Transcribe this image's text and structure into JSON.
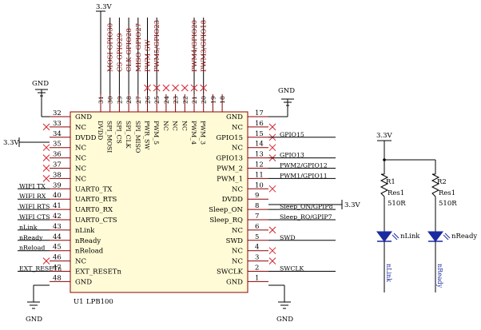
{
  "chip": {
    "designator": "U1",
    "part": "LPB100",
    "left_pins": [
      {
        "num": "32",
        "name": "GND",
        "net": "",
        "nc": false
      },
      {
        "num": "33",
        "name": "NC",
        "net": "",
        "nc": true
      },
      {
        "num": "34",
        "name": "DVDD",
        "net": "3.3V",
        "nc": false
      },
      {
        "num": "35",
        "name": "NC",
        "net": "",
        "nc": true
      },
      {
        "num": "36",
        "name": "NC",
        "net": "",
        "nc": true
      },
      {
        "num": "37",
        "name": "NC",
        "net": "",
        "nc": true
      },
      {
        "num": "38",
        "name": "NC",
        "net": "",
        "nc": true
      },
      {
        "num": "39",
        "name": "UART0_TX",
        "net": "WIFI TX",
        "nc": false
      },
      {
        "num": "40",
        "name": "UART0_RTS",
        "net": "WIFI RX",
        "nc": false
      },
      {
        "num": "41",
        "name": "UART0_RX",
        "net": "WIFI RTS",
        "nc": false
      },
      {
        "num": "42",
        "name": "UART0_CTS",
        "net": "WIFI CTS",
        "nc": false
      },
      {
        "num": "43",
        "name": "nLink",
        "net": "nLink",
        "nc": false
      },
      {
        "num": "44",
        "name": "nReady",
        "net": "nReady",
        "nc": false
      },
      {
        "num": "45",
        "name": "nReload",
        "net": "nReload",
        "nc": false
      },
      {
        "num": "46",
        "name": "NC",
        "net": "",
        "nc": true
      },
      {
        "num": "47",
        "name": "EXT_RESETn",
        "net": "EXT_RESETn",
        "nc": false
      },
      {
        "num": "48",
        "name": "GND",
        "net": "",
        "nc": false
      }
    ],
    "right_pins": [
      {
        "num": "17",
        "name": "GND",
        "net": "",
        "nc": false
      },
      {
        "num": "16",
        "name": "NC",
        "net": "",
        "nc": true
      },
      {
        "num": "15",
        "name": "GPIO15",
        "net": "GPIO15",
        "nc": true
      },
      {
        "num": "14",
        "name": "NC",
        "net": "",
        "nc": true
      },
      {
        "num": "13",
        "name": "GPIO13",
        "net": "GPIO13",
        "nc": true
      },
      {
        "num": "12",
        "name": "PWM_2",
        "net": "PWM2/GPIO12",
        "nc": false
      },
      {
        "num": "11",
        "name": "PWM_1",
        "net": "PWM1/GPIO11",
        "nc": false
      },
      {
        "num": "10",
        "name": "NC",
        "net": "",
        "nc": true
      },
      {
        "num": "9",
        "name": "DVDD",
        "net": "",
        "nc": false
      },
      {
        "num": "8",
        "name": "Sleep_ON",
        "net": "Sleep_ON/GPIP8",
        "nc": false
      },
      {
        "num": "7",
        "name": "Sleep_RQ",
        "net": "Sleep_RQ/GPIP7",
        "nc": false
      },
      {
        "num": "6",
        "name": "NC",
        "net": "",
        "nc": true
      },
      {
        "num": "5",
        "name": "SWD",
        "net": "SWD",
        "nc": false
      },
      {
        "num": "4",
        "name": "NC",
        "net": "",
        "nc": true
      },
      {
        "num": "3",
        "name": "NC",
        "net": "",
        "nc": true
      },
      {
        "num": "2",
        "name": "SWCLK",
        "net": "SWCLK",
        "nc": false
      },
      {
        "num": "1",
        "name": "GND",
        "net": "",
        "nc": false
      }
    ],
    "top_pins": [
      {
        "num": "31",
        "name": "DVDD",
        "net": "",
        "nc": false
      },
      {
        "num": "30",
        "name": "SPI_MOSI",
        "net": "MOSI GPIO30",
        "nc": false
      },
      {
        "num": "29",
        "name": "SPI_CS",
        "net": "CS GPIO29",
        "nc": false
      },
      {
        "num": "28",
        "name": "SPI_CLK",
        "net": "CLK GPIO28",
        "nc": false
      },
      {
        "num": "27",
        "name": "SPI_MISO",
        "net": "MISO GPIO27",
        "nc": false
      },
      {
        "num": "26",
        "name": "PWR_SW",
        "net": "PWM SW",
        "nc": true
      },
      {
        "num": "25",
        "name": "PWM_5",
        "net": "PWM5/GPIO23",
        "nc": true
      },
      {
        "num": "24",
        "name": "NC",
        "net": "",
        "nc": true
      },
      {
        "num": "23",
        "name": "NC",
        "net": "",
        "nc": true
      },
      {
        "num": "22",
        "name": "NC",
        "net": "",
        "nc": true
      },
      {
        "num": "21",
        "name": "PWM_4",
        "net": "PWM4/GPIO20",
        "nc": true
      },
      {
        "num": "20",
        "name": "PWM_3",
        "net": "PWM3/GPIO18",
        "nc": true
      }
    ],
    "top_extra_nums": [
      "19",
      "18"
    ]
  },
  "power": {
    "vcc_top": "3.3V",
    "vcc_left": "3.3V",
    "vcc_right": "3.3V",
    "vcc_led": "3.3V",
    "gnd_label": "GND"
  },
  "leds": [
    {
      "res_ref": "R1",
      "res_type": "Res1",
      "res_value": "510R",
      "led_label": "nLink",
      "net": "nLink"
    },
    {
      "res_ref": "R2",
      "res_type": "Res1",
      "res_value": "510R",
      "led_label": "nReady",
      "net": "nReady"
    }
  ]
}
